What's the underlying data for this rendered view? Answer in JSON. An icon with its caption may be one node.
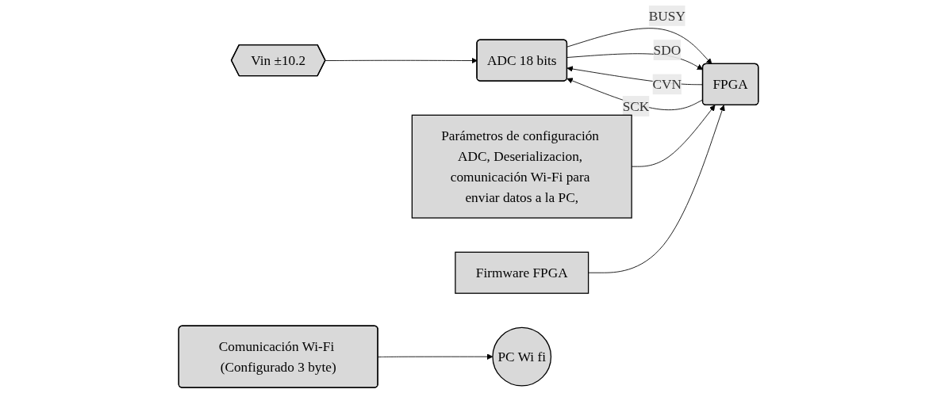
{
  "diagram": {
    "nodes": [
      {
        "text": [
          "Vin ±10.2"
        ]
      },
      {
        "text": [
          "ADC 18 bits"
        ]
      },
      {
        "text": [
          "FPGA"
        ]
      },
      {
        "text": [
          "Parámetros de configuración ADC, Deserializacion, comunicación Wi-Fi para enviar datos a la PC,"
        ]
      },
      {
        "text": [
          "Firmware FPGA"
        ]
      },
      {
        "text": [
          "Comunicación Wi-Fi (Configurado 3 byte)"
        ]
      },
      {
        "text": [
          "PC Wi fi"
        ]
      }
    ],
    "edges": [
      {
        "from": 0,
        "to": 1,
        "arrow": "to"
      },
      {
        "from": 2,
        "to": 1,
        "arrow": "to",
        "label": "CVN"
      },
      {
        "from": 1,
        "to": 2,
        "arrow": "to",
        "label": "BUSY"
      },
      {
        "from": 2,
        "to": 1,
        "arrow": "to",
        "label": "SCK"
      },
      {
        "from": 1,
        "to": 2,
        "arrow": "to",
        "label": "SDO"
      },
      {
        "from": 3,
        "to": 2,
        "arrow": "to"
      },
      {
        "from": 4,
        "to": 2,
        "arrow": "to"
      },
      {
        "from": 5,
        "to": 6,
        "arrow": "to"
      }
    ]
  }
}
